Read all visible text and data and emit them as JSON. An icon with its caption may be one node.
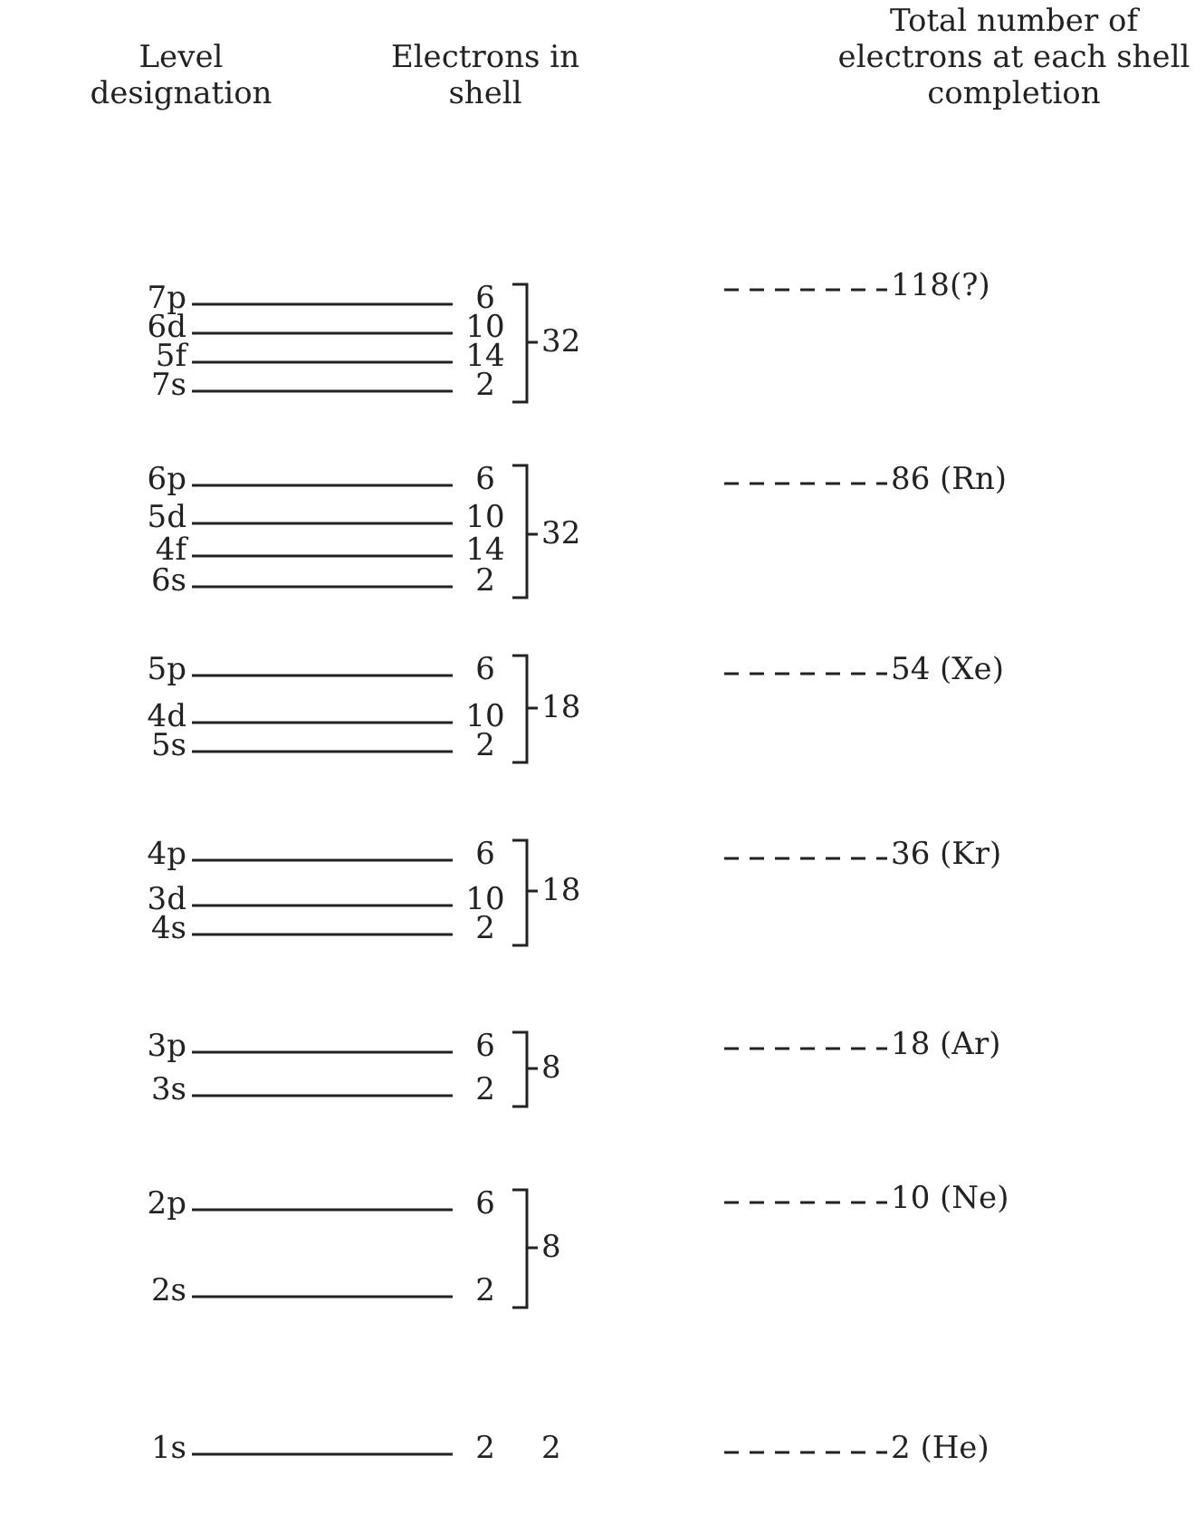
{
  "diagram": {
    "labels": [
      "Level designation",
      "Electrons in shell",
      "Total number of electrons at each shell completion",
      "7p",
      "6",
      "6d",
      "10",
      "5f",
      "14",
      "7s",
      "2",
      "32",
      "118(?)",
      "6p",
      "6",
      "5d",
      "10",
      "4f",
      "14",
      "6s",
      "2",
      "32",
      "86 (Rn)",
      "5p",
      "6",
      "4d",
      "10",
      "5s",
      "2",
      "18",
      "54 (Xe)",
      "4p",
      "6",
      "3d",
      "10",
      "4s",
      "2",
      "18",
      "36 (Kr)",
      "3p",
      "6",
      "3s",
      "2",
      "8",
      "18 (Ar)",
      "2p",
      "6",
      "2s",
      "2",
      "8",
      "10 (Ne)",
      "1s",
      "2",
      "2",
      "2 (He)"
    ]
  }
}
